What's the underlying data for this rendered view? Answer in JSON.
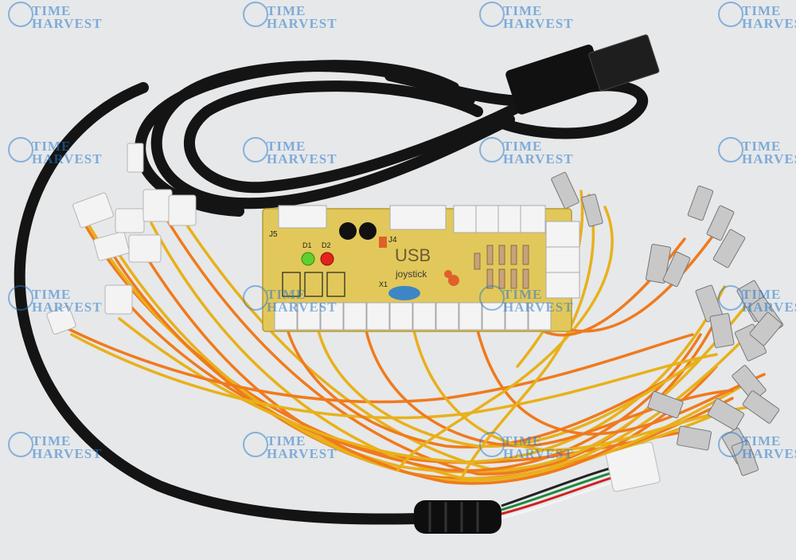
{
  "scene": {
    "subject": "USB arcade joystick encoder board kit with cables",
    "background_color": "#e6e8ea",
    "board_color": "#e2c85a",
    "wire_colors": [
      "#f07a1c",
      "#e8b11a"
    ],
    "cable_color": "#151515"
  },
  "board_labels": {
    "usb": "USB",
    "joystick": "joystick",
    "j4": "J4",
    "j5": "J5",
    "d1": "D1",
    "d2": "D2",
    "x1": "X1"
  },
  "watermark": {
    "line1": "TIME",
    "line2": "HARVEST"
  }
}
